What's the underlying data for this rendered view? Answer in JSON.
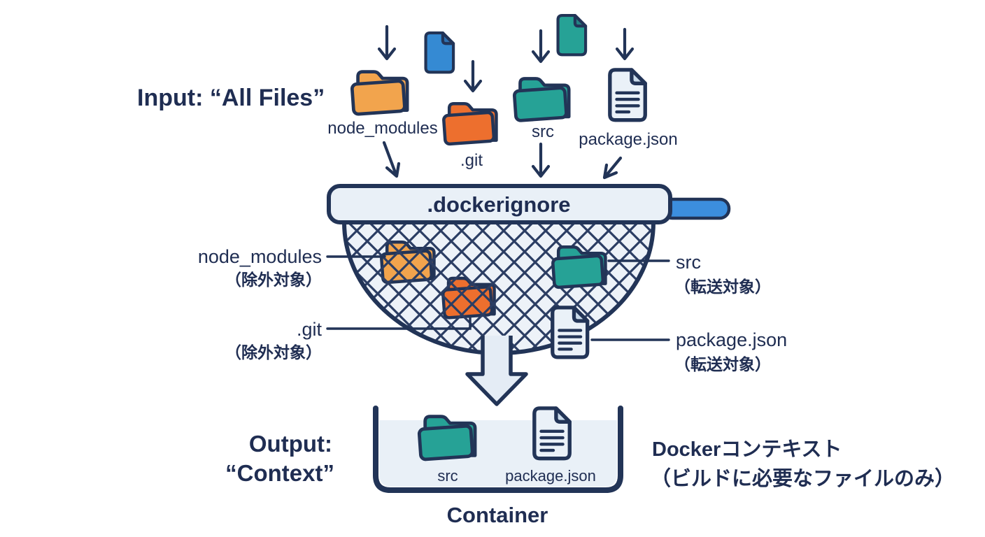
{
  "title": {
    "input": "Input: “All Files”",
    "output_line1": "Output:",
    "output_line2": "“Context”"
  },
  "top_files": {
    "node_modules": "node_modules",
    "git": ".git",
    "src": "src",
    "package_json": "package.json"
  },
  "strainer": {
    "label": ".dockerignore"
  },
  "excluded": [
    {
      "name": "node_modules",
      "note": "（除外対象）"
    },
    {
      "name": ".git",
      "note": "（除外対象）"
    }
  ],
  "passed": [
    {
      "name": "src",
      "note": "（転送対象）"
    },
    {
      "name": "package.json",
      "note": "（転送対象）"
    }
  ],
  "container": {
    "label": "Container",
    "items": [
      "src",
      "package.json"
    ],
    "note_line1": "Dockerコンテキスト",
    "note_line2": "（ビルドに必要なファイルのみ）"
  },
  "colors": {
    "navy": "#223457",
    "amber": "#f2a44d",
    "orange": "#ed6f2e",
    "teal": "#26a296",
    "blue": "#358ad3",
    "panel": "#e9f0f7",
    "handle_blue": "#3c8ede"
  }
}
